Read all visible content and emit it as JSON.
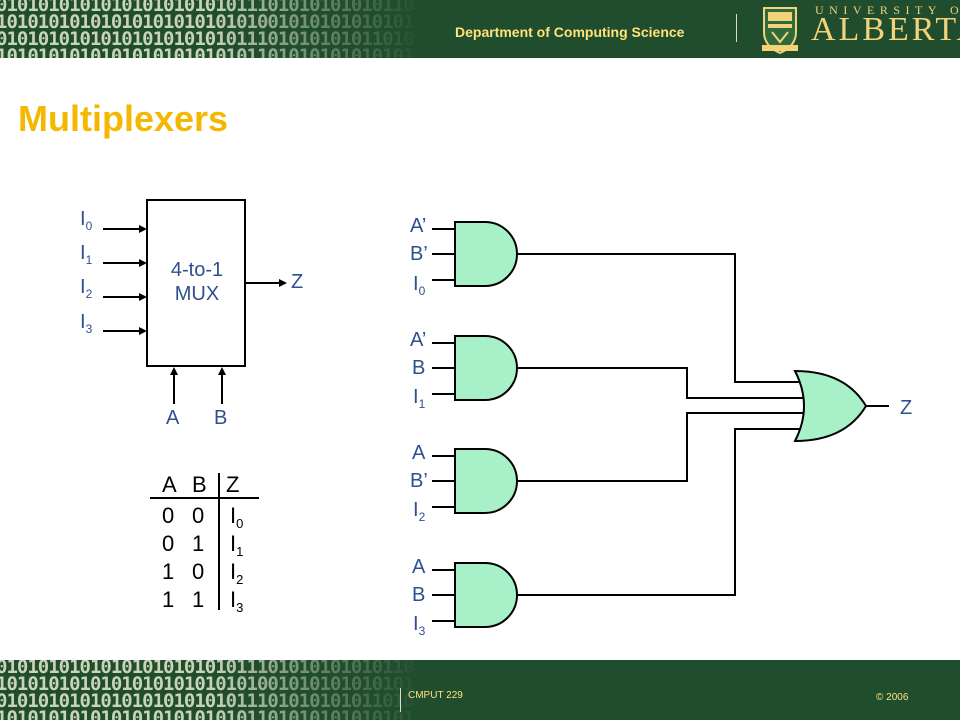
{
  "header": {
    "binary_lines": [
      "0101010101010101010101011101010101010110",
      "1010101010101010101010101001010101010101",
      "0101010101010101010101011101010101011010",
      "1010101010101010101010101101010101010101"
    ],
    "department": "Department of Computing Science",
    "university_line1": "UNIVERSITY OF",
    "university_line2": "ALBERTA"
  },
  "title": "Multiplexers",
  "mux": {
    "label_line1": "4-to-1",
    "label_line2": "MUX",
    "inputs": [
      {
        "base": "I",
        "sub": "0"
      },
      {
        "base": "I",
        "sub": "1"
      },
      {
        "base": "I",
        "sub": "2"
      },
      {
        "base": "I",
        "sub": "3"
      }
    ],
    "output": "Z",
    "selects": [
      "A",
      "B"
    ]
  },
  "truth_table": {
    "headers": [
      "A",
      "B",
      "Z"
    ],
    "rows": [
      {
        "a": "0",
        "b": "0",
        "z": "I",
        "zsub": "0"
      },
      {
        "a": "0",
        "b": "1",
        "z": "I",
        "zsub": "1"
      },
      {
        "a": "1",
        "b": "0",
        "z": "I",
        "zsub": "2"
      },
      {
        "a": "1",
        "b": "1",
        "z": "I",
        "zsub": "3"
      }
    ]
  },
  "gates": [
    {
      "in1": "A’",
      "in2": "B’",
      "in3": "I",
      "in3sub": "0"
    },
    {
      "in1": "A’",
      "in2": "B",
      "in3": "I",
      "in3sub": "1"
    },
    {
      "in1": "A",
      "in2": "B’",
      "in3": "I",
      "in3sub": "2"
    },
    {
      "in1": "A",
      "in2": "B",
      "in3": "I",
      "in3sub": "3"
    }
  ],
  "or_output": "Z",
  "colors": {
    "gate_fill": "#a8f0c8",
    "label_blue": "#2f4f8f",
    "title_gold": "#f5b800",
    "band_green": "#1f4d2e",
    "header_yellow": "#ffe27a"
  },
  "footer": {
    "binary_lines": [
      "0101010101010101010101011101010101010110",
      "1010101010101010101010101001010101010101",
      "0101010101010101010101011101010101011010",
      "1010101010101010101010101101010101010101"
    ],
    "course": "CMPUT 229",
    "copyright": "© 2006"
  }
}
